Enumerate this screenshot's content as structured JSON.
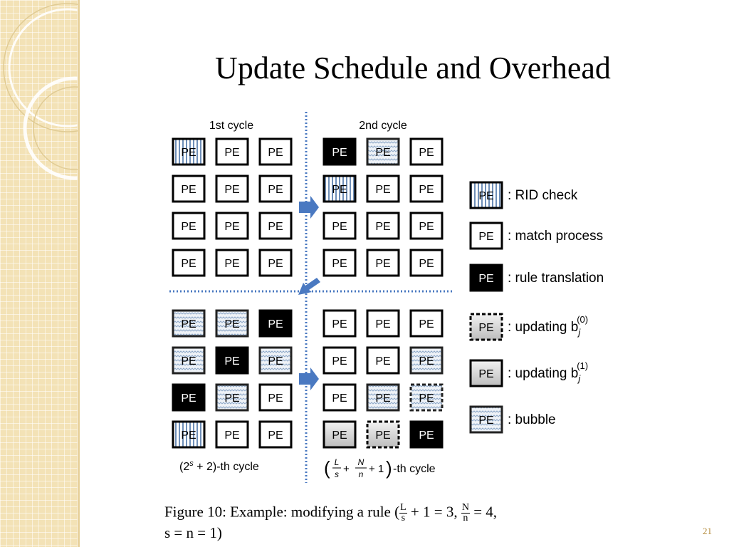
{
  "slide": {
    "title": "Update Schedule and Overhead",
    "page_number": "21"
  },
  "figure": {
    "quadrants": [
      {
        "label": "1st cycle",
        "grid": [
          [
            "rid",
            "pe",
            "pe"
          ],
          [
            "pe",
            "pe",
            "pe"
          ],
          [
            "pe",
            "pe",
            "pe"
          ],
          [
            "pe",
            "pe",
            "pe"
          ]
        ]
      },
      {
        "label": "2nd cycle",
        "grid": [
          [
            "rule",
            "bubble",
            "pe"
          ],
          [
            "rid",
            "pe",
            "pe"
          ],
          [
            "pe",
            "pe",
            "pe"
          ],
          [
            "pe",
            "pe",
            "pe"
          ]
        ]
      },
      {
        "label": "(2^s + 2)-th cycle",
        "grid": [
          [
            "bubble",
            "bubble",
            "rule"
          ],
          [
            "bubble",
            "rule",
            "bubble"
          ],
          [
            "rule",
            "bubble",
            "pe"
          ],
          [
            "rid",
            "pe",
            "pe"
          ]
        ]
      },
      {
        "label": "(L/s + N/n + 1)-th cycle",
        "grid": [
          [
            "pe",
            "pe",
            "pe"
          ],
          [
            "pe",
            "pe",
            "bubble"
          ],
          [
            "pe",
            "bubble",
            "upd0bubble"
          ],
          [
            "upd1",
            "upd0",
            "rule"
          ]
        ]
      }
    ],
    "cell_text": "PE",
    "legend": [
      {
        "type": "rid",
        "label": ": RID check"
      },
      {
        "type": "pe",
        "label": ": match process"
      },
      {
        "type": "rule",
        "label": ": rule translation"
      },
      {
        "type": "upd0",
        "label": ": updating b",
        "sub": "j",
        "sup": "(0)"
      },
      {
        "type": "upd1",
        "label": ": updating b",
        "sub": "j",
        "sup": "(1)"
      },
      {
        "type": "bubble",
        "label": ": bubble"
      }
    ],
    "caption": {
      "line1_prefix": "Figure 10:  Example:  modifying a rule (",
      "frac1_num": "L",
      "frac1_den": "s",
      "line1_mid": " + 1 = 3, ",
      "frac2_num": "N",
      "frac2_den": "n",
      "line1_suffix": " = 4,",
      "line2": "s = n = 1)"
    },
    "colors": {
      "arrow": "#4a79c1",
      "divider": "#4a79c1",
      "rid_stripe": "#6f8fb8",
      "bubble_wave": "#8fa9c9",
      "update_fill": "#d4d4d4"
    }
  }
}
